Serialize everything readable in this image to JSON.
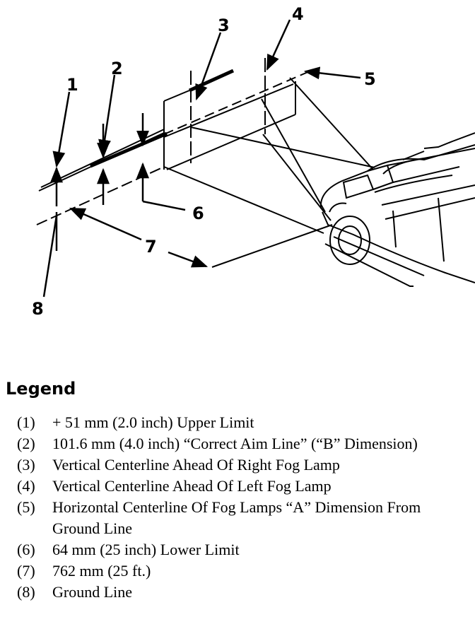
{
  "diagram": {
    "callouts": [
      "1",
      "2",
      "3",
      "4",
      "5",
      "6",
      "7",
      "8"
    ]
  },
  "legend": {
    "title": "Legend",
    "items": [
      {
        "num": "(1)",
        "text": "+ 51 mm (2.0 inch) Upper Limit"
      },
      {
        "num": "(2)",
        "text": "101.6 mm (4.0 inch) “Correct Aim Line” (“B” Dimension)"
      },
      {
        "num": "(3)",
        "text": "Vertical Centerline Ahead Of Right Fog Lamp"
      },
      {
        "num": "(4)",
        "text": "Vertical Centerline Ahead Of Left Fog Lamp"
      },
      {
        "num": "(5)",
        "text": "Horizontal Centerline Of Fog Lamps “A” Dimension From Ground Line"
      },
      {
        "num": "(6)",
        "text": "64 mm (25 inch) Lower Limit"
      },
      {
        "num": "(7)",
        "text": "762 mm (25 ft.)"
      },
      {
        "num": "(8)",
        "text": "Ground Line"
      }
    ]
  }
}
